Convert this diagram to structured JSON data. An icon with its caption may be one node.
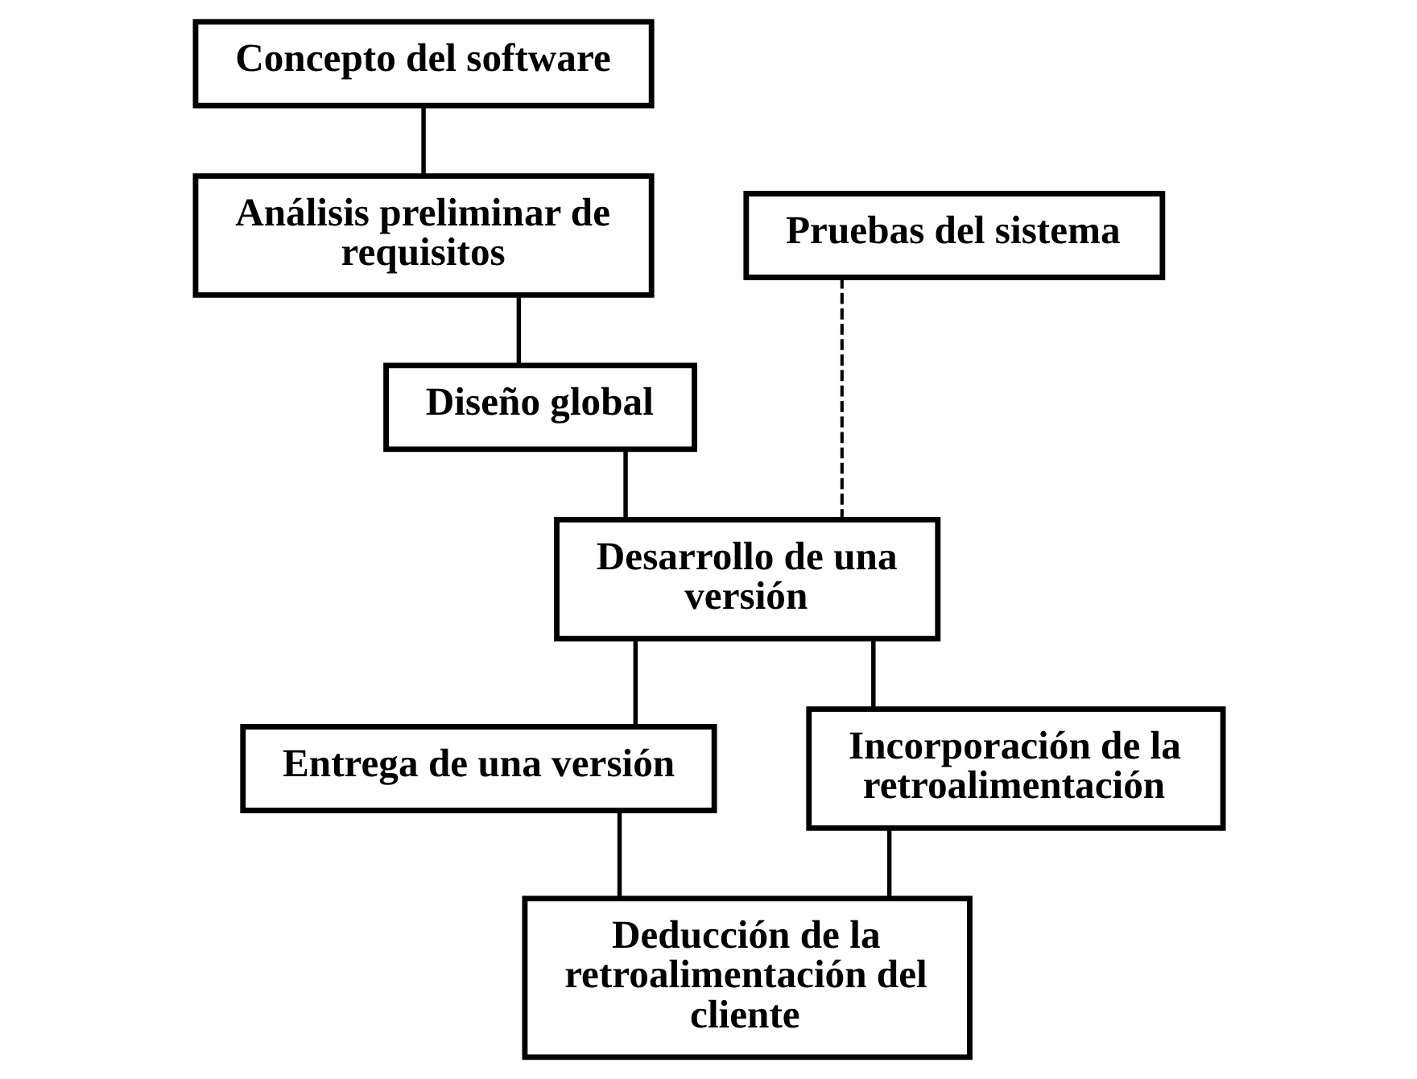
{
  "diagram": {
    "nodes": [
      {
        "text": [
          "Concepto del software"
        ]
      },
      {
        "text": [
          "Análisis preliminar de requisitos"
        ]
      },
      {
        "text": [
          "Diseño global"
        ]
      },
      {
        "text": [
          "Pruebas del sistema"
        ]
      },
      {
        "text": [
          "Desarrollo de una versión"
        ]
      },
      {
        "text": [
          "Incorporación de la retroalimentación"
        ]
      },
      {
        "text": [
          "Entrega de una versión"
        ]
      },
      {
        "text": [
          "Deducción de la retroalimentación del cliente"
        ]
      }
    ],
    "edges": [
      {
        "from": 0,
        "to": 1,
        "arrow": "none"
      },
      {
        "from": 1,
        "to": 2,
        "arrow": "none"
      },
      {
        "from": 2,
        "to": 4,
        "arrow": "none"
      },
      {
        "from": 3,
        "to": 4,
        "arrow": "none",
        "style": "dashed"
      },
      {
        "from": 4,
        "to": 6,
        "arrow": "none"
      },
      {
        "from": 6,
        "to": 7,
        "arrow": "none"
      },
      {
        "from": 7,
        "to": 5,
        "arrow": "none"
      },
      {
        "from": 5,
        "to": 4,
        "arrow": "none"
      }
    ]
  }
}
